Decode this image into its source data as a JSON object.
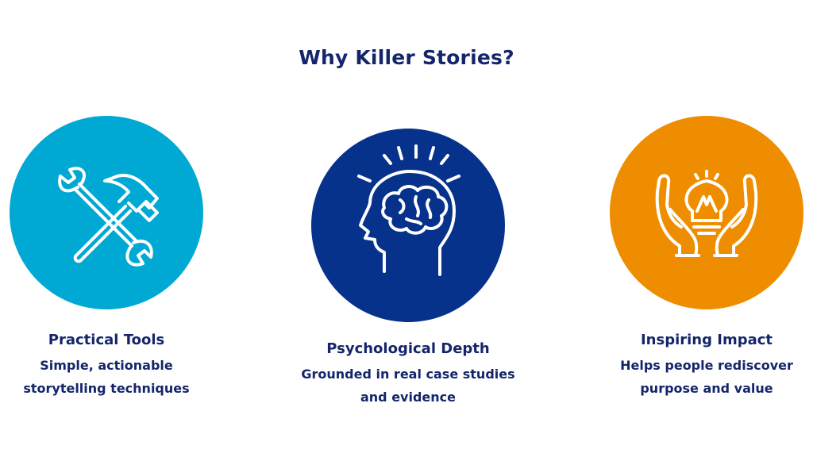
{
  "title": "Why Killer Stories?",
  "colors": {
    "title_text": "#15256b",
    "tools_circle": "#00a9d3",
    "depth_circle": "#06328c",
    "impact_circle": "#ef8d00",
    "icon_stroke": "#ffffff"
  },
  "features": [
    {
      "heading": "Practical Tools",
      "line1": "Simple, actionable",
      "line2": "storytelling techniques",
      "icon": "wrench-hammer-icon"
    },
    {
      "heading": "Psychological Depth",
      "line1": "Grounded in real case studies",
      "line2": "and evidence",
      "icon": "head-brain-icon"
    },
    {
      "heading": "Inspiring Impact",
      "line1": "Helps people rediscover",
      "line2": "purpose and value",
      "icon": "hands-lightbulb-icon"
    }
  ]
}
